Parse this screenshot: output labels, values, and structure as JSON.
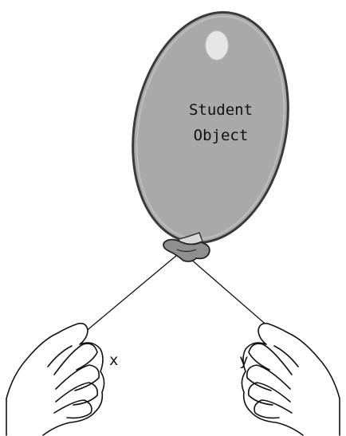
{
  "balloon": {
    "label_line1": "Student",
    "label_line2": "Object"
  },
  "hands": {
    "left_label": "x",
    "right_label": "y"
  },
  "colors": {
    "balloon_fill": "#a9a9a9",
    "balloon_outline": "#3a3a3a",
    "highlight": "#e6e6e6",
    "line": "#111111"
  }
}
